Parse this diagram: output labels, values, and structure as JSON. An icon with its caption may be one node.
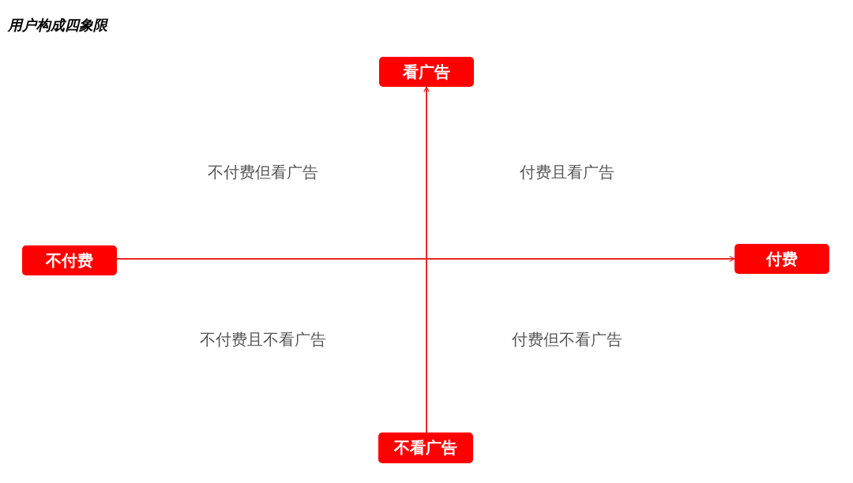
{
  "diagram": {
    "title": "用户构成四象限",
    "nodes": [
      {
        "text": [
          "看广告"
        ]
      },
      {
        "text": [
          "不付费"
        ]
      },
      {
        "text": [
          "付费"
        ]
      },
      {
        "text": [
          "不看广告"
        ]
      }
    ],
    "edges": [
      {
        "from": 1,
        "to": 2,
        "arrow": "to"
      },
      {
        "from": 3,
        "to": 0,
        "arrow": "to"
      }
    ],
    "labels": [
      "不付费但看广告",
      "付费且看广告",
      "不付费且不看广告",
      "付费但不看广告"
    ]
  }
}
